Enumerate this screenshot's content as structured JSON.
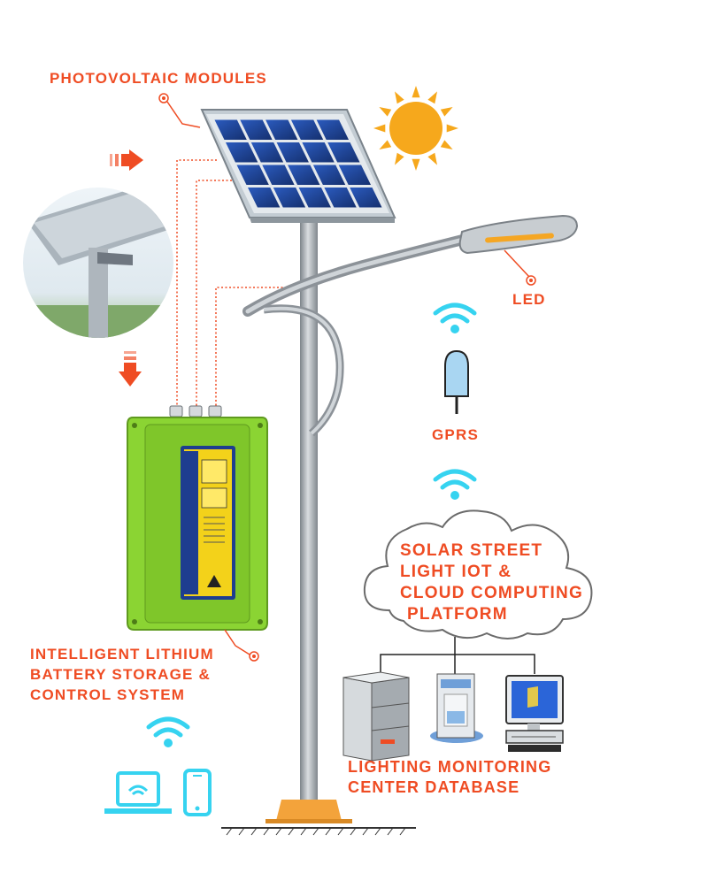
{
  "labels": {
    "photovoltaic_modules": "PHOTOVOLTAIC MODULES",
    "led": "LED",
    "gprs": "GPRS",
    "cloud_platform": [
      "SOLAR STREET",
      "LIGHT IOT &",
      "CLOUD COMPUTING",
      "PLATFORM"
    ],
    "battery_system": [
      "INTELLIGENT LITHIUM",
      "BATTERY STORAGE &",
      "CONTROL SYSTEM"
    ],
    "monitoring_center": [
      "LIGHTING MONITORING",
      "CENTER DATABASE"
    ]
  },
  "colors": {
    "label": "#ef4c23",
    "arrow": "#ef4c23",
    "wifi": "#36d3f0",
    "panel_cell": "#1d3f8f",
    "panel_frame": "#bfc9d1",
    "sun": "#f6a81c",
    "pole": "#9aa0a6",
    "battery_body": "#8bd433",
    "battery_panel": "#f3d21a",
    "cloud_stroke": "#6b6b6b"
  },
  "icons": [
    "sun-icon",
    "wifi-icon",
    "gprs-module-icon",
    "server-icon",
    "workstation-icon",
    "monitor-icon",
    "laptop-icon",
    "phone-icon",
    "arrow-right-icon",
    "arrow-down-icon"
  ]
}
